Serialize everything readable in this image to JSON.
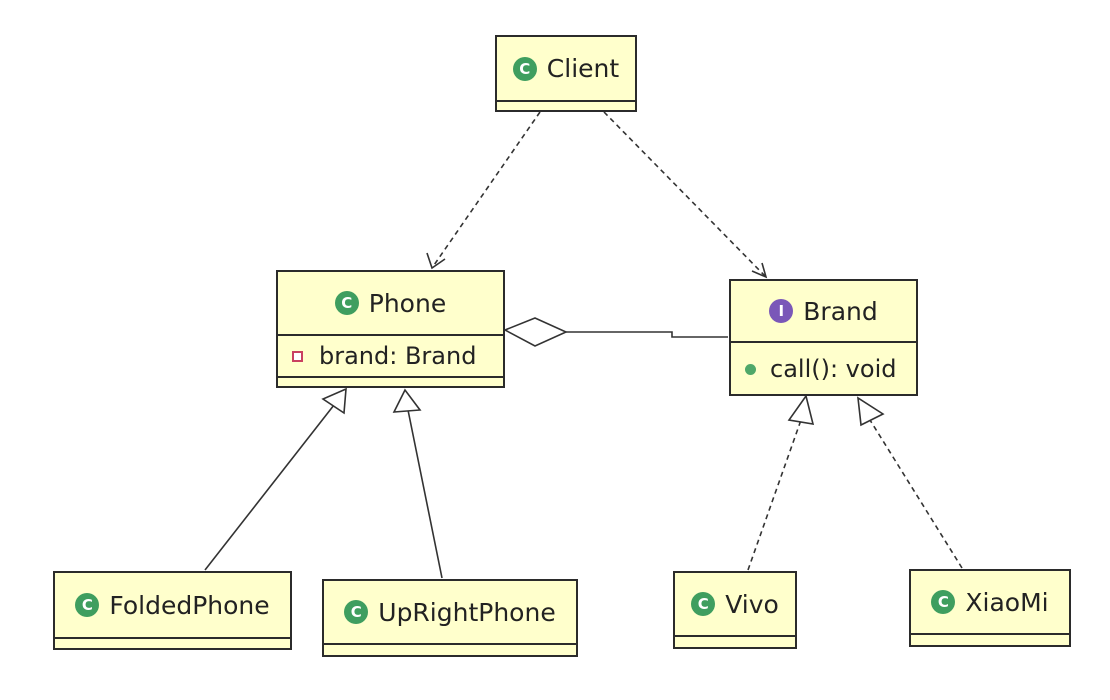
{
  "diagram": {
    "classes": {
      "client": {
        "name": "Client",
        "stereotype_icon": "class-icon"
      },
      "phone": {
        "name": "Phone",
        "stereotype_icon": "class-icon",
        "attribute": "brand: Brand",
        "attribute_visibility": "private"
      },
      "brand": {
        "name": "Brand",
        "stereotype_icon": "interface-icon",
        "method": "call(): void",
        "method_visibility": "public"
      },
      "folded_phone": {
        "name": "FoldedPhone",
        "stereotype_icon": "class-icon"
      },
      "upright_phone": {
        "name": "UpRightPhone",
        "stereotype_icon": "class-icon"
      },
      "vivo": {
        "name": "Vivo",
        "stereotype_icon": "class-icon"
      },
      "xiaomi": {
        "name": "XiaoMi",
        "stereotype_icon": "class-icon"
      }
    },
    "badges": {
      "class_letter": "C",
      "interface_letter": "I"
    },
    "colors": {
      "box_fill": "#ffffcc",
      "box_border": "#2b2b2b",
      "class_badge": "#3f9e5f",
      "interface_badge": "#7a57b8",
      "private_marker": "#c94060",
      "public_marker": "#4fa869"
    },
    "relationships": [
      {
        "from": "Client",
        "to": "Phone",
        "kind": "dependency"
      },
      {
        "from": "Client",
        "to": "Brand",
        "kind": "dependency"
      },
      {
        "from": "Phone",
        "to": "Brand",
        "kind": "aggregation"
      },
      {
        "from": "FoldedPhone",
        "to": "Phone",
        "kind": "generalization"
      },
      {
        "from": "UpRightPhone",
        "to": "Phone",
        "kind": "generalization"
      },
      {
        "from": "Vivo",
        "to": "Brand",
        "kind": "realization"
      },
      {
        "from": "XiaoMi",
        "to": "Brand",
        "kind": "realization"
      }
    ]
  }
}
